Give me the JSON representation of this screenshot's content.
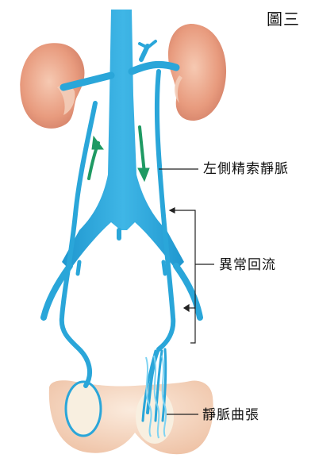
{
  "figure_label": "圖三",
  "labels": {
    "left_spermatic_vein": "左側精索靜脈",
    "abnormal_reflux": "異常回流",
    "varicocele": "靜脈曲張"
  },
  "colors": {
    "vein": "#2aa6d9",
    "vein_light": "#7fd3f2",
    "kidney": "#e8a184",
    "kidney_inner": "#f6d2bf",
    "arrow": "#1f9a63",
    "skin": "#f5d9c6",
    "testis": "#f8efe0",
    "leader_line": "#222222"
  }
}
